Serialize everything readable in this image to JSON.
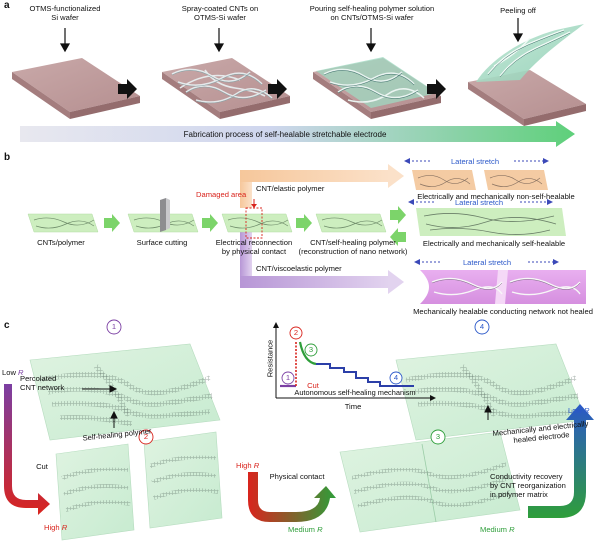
{
  "panels": {
    "a": "a",
    "b": "b",
    "c": "c"
  },
  "a": {
    "steps": [
      "OTMS-functionalized\nSi wafer",
      "Spray-coated CNTs on\nOTMS-Si wafer",
      "Pouring self-healing polymer solution\non CNTs/OTMS-Si wafer",
      "Peeling off"
    ],
    "banner": "Fabrication process of self-healable stretchable electrode"
  },
  "b": {
    "damaged_area": "Damaged area",
    "steps": [
      "CNTs/polymer",
      "Surface cutting",
      "Electrical reconnection\nby physical contact",
      "CNT/self-healing polymer\n(reconstruction of nano network)"
    ],
    "branch_top": "CNT/elastic polymer",
    "branch_bottom": "CNT/viscoelastic polymer",
    "lateral_stretch": "Lateral stretch",
    "outcome_top": "Electrically and mechanically non-self-healable",
    "outcome_mid": "Electrically and mechanically self-healable",
    "outcome_bottom": "Mechanically healable conducting network not healed"
  },
  "c": {
    "percolated": "Percolated\nCNT network",
    "self_healing_polymer": "Self-healing polymer",
    "low_r_prefix": "Low ",
    "high_r_prefix": "High ",
    "medium_r_prefix": "Medium ",
    "r_symbol": "R",
    "cut": "Cut",
    "physical_contact": "Physical contact",
    "healed_electrode": "Mechanically and electrically\nhealed electrode",
    "conductivity_recovery": "Conductivity recovery\nby CNT reorganization\nin polymer matrix",
    "circles": [
      "1",
      "2",
      "3",
      "4"
    ],
    "graph": {
      "ylabel": "Resistance",
      "xlabel": "Time",
      "cut_label": "Cut",
      "caption": "Autonomous self-healing mechanism"
    }
  },
  "colors": {
    "purple": "#7b3fa3",
    "red": "#d9241d",
    "green": "#2e9e3a",
    "blue": "#2b58c9",
    "arrow_green": "#7cd46a",
    "orange_branch": "#f4be8d",
    "lavender_branch": "#c0a4da"
  }
}
